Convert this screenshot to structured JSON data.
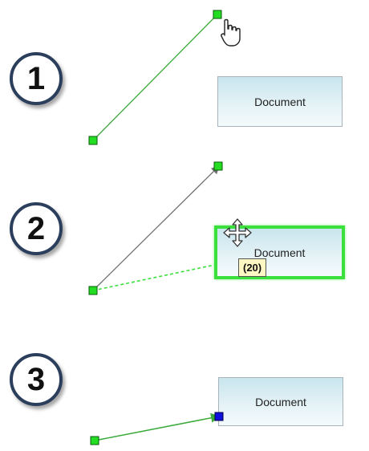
{
  "steps": [
    {
      "number": "1",
      "document_label": "Document"
    },
    {
      "number": "2",
      "document_label": "Document",
      "tooltip": "(20)"
    },
    {
      "number": "3",
      "document_label": "Document"
    }
  ],
  "colors": {
    "handle_fill": "#22dd22",
    "handle_stroke": "#0a5a0a",
    "connected_handle_fill": "#1010dd",
    "connector_green": "#3aaa3a",
    "connector_gray": "#707070",
    "highlight_green": "#3ce03c",
    "badge_border": "#2b3e5c",
    "tooltip_bg": "#fdf7c3"
  },
  "icons": [
    "hand-pointer-icon",
    "move-cursor-icon"
  ]
}
